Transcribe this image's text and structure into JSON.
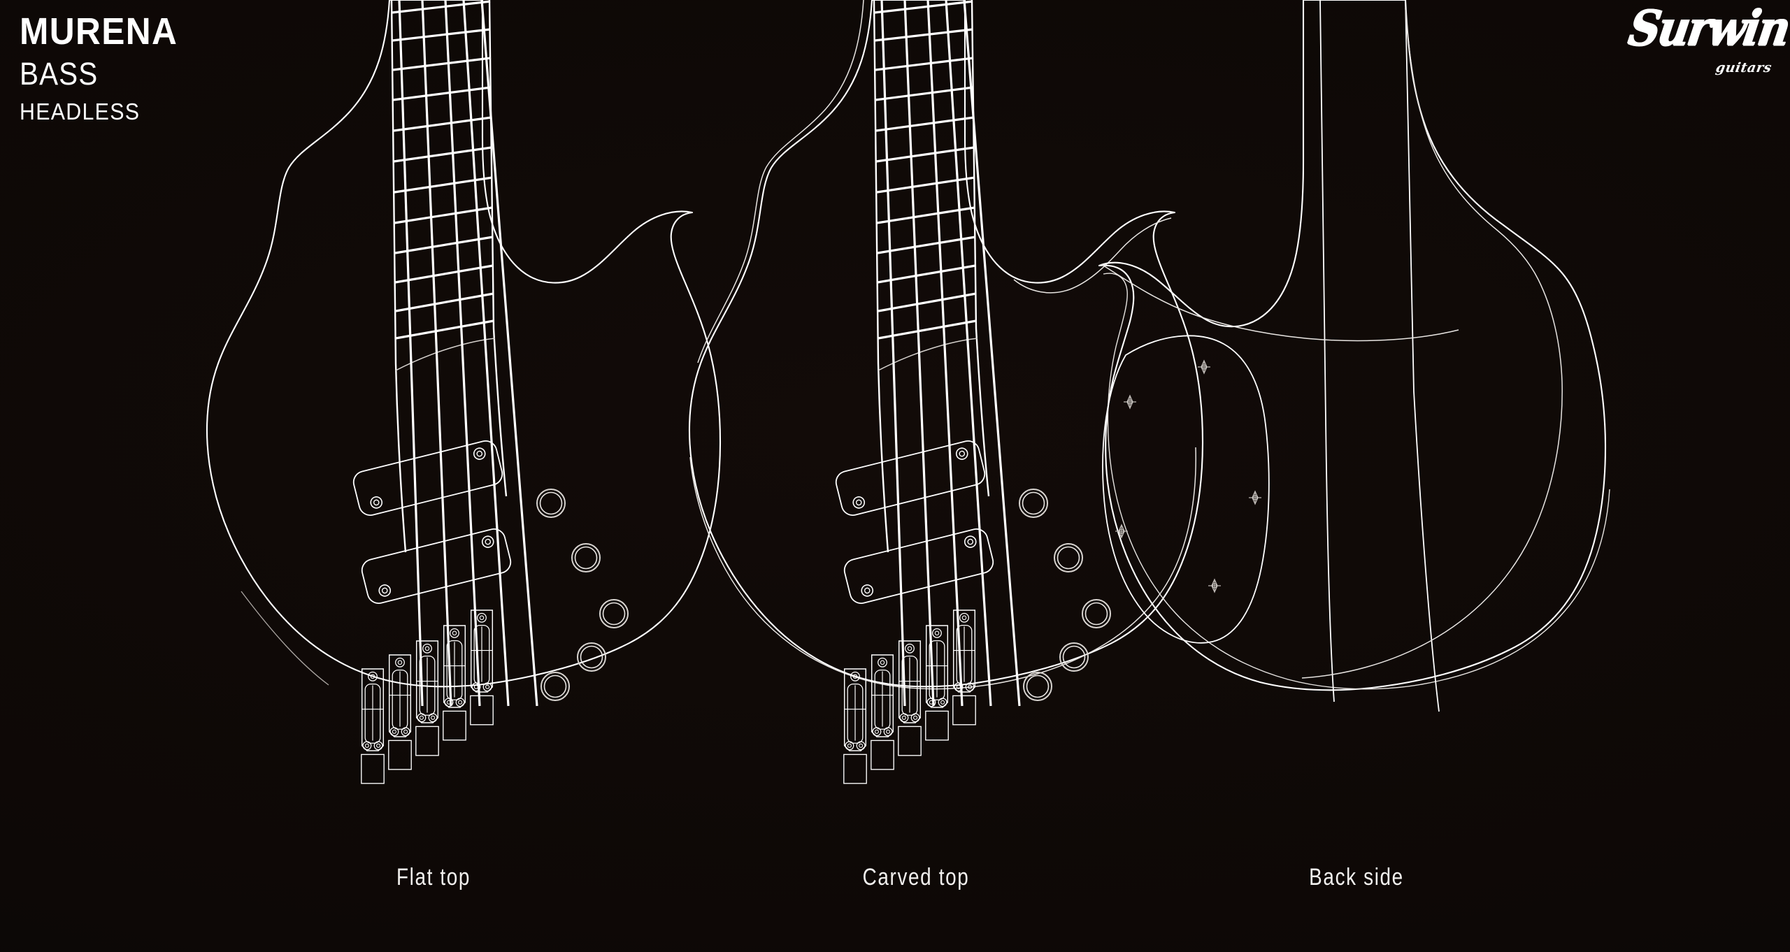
{
  "sheet": {
    "background_color": "#0d0806",
    "line_color": "#ffffff"
  },
  "title": {
    "model": "MURENA",
    "instrument": "BASS",
    "configuration": "HEADLESS"
  },
  "brand": {
    "name": "Surwin",
    "tagline": "guitars"
  },
  "views": [
    {
      "id": "flat-top",
      "label": "Flat top"
    },
    {
      "id": "carved-top",
      "label": "Carved top"
    },
    {
      "id": "back-side",
      "label": "Back side"
    }
  ],
  "spec": {
    "string_count": 5,
    "pickup_count": 2,
    "pickup_style": "soapbar",
    "pickup_screws_each": 2,
    "control_knob_count": 5,
    "bridge_type": "headless individual saddles",
    "bridge_saddle_count": 5,
    "cavity_cover_screw_count": 5,
    "fret_count_visible": 14,
    "neck_construction": "neck-through"
  }
}
